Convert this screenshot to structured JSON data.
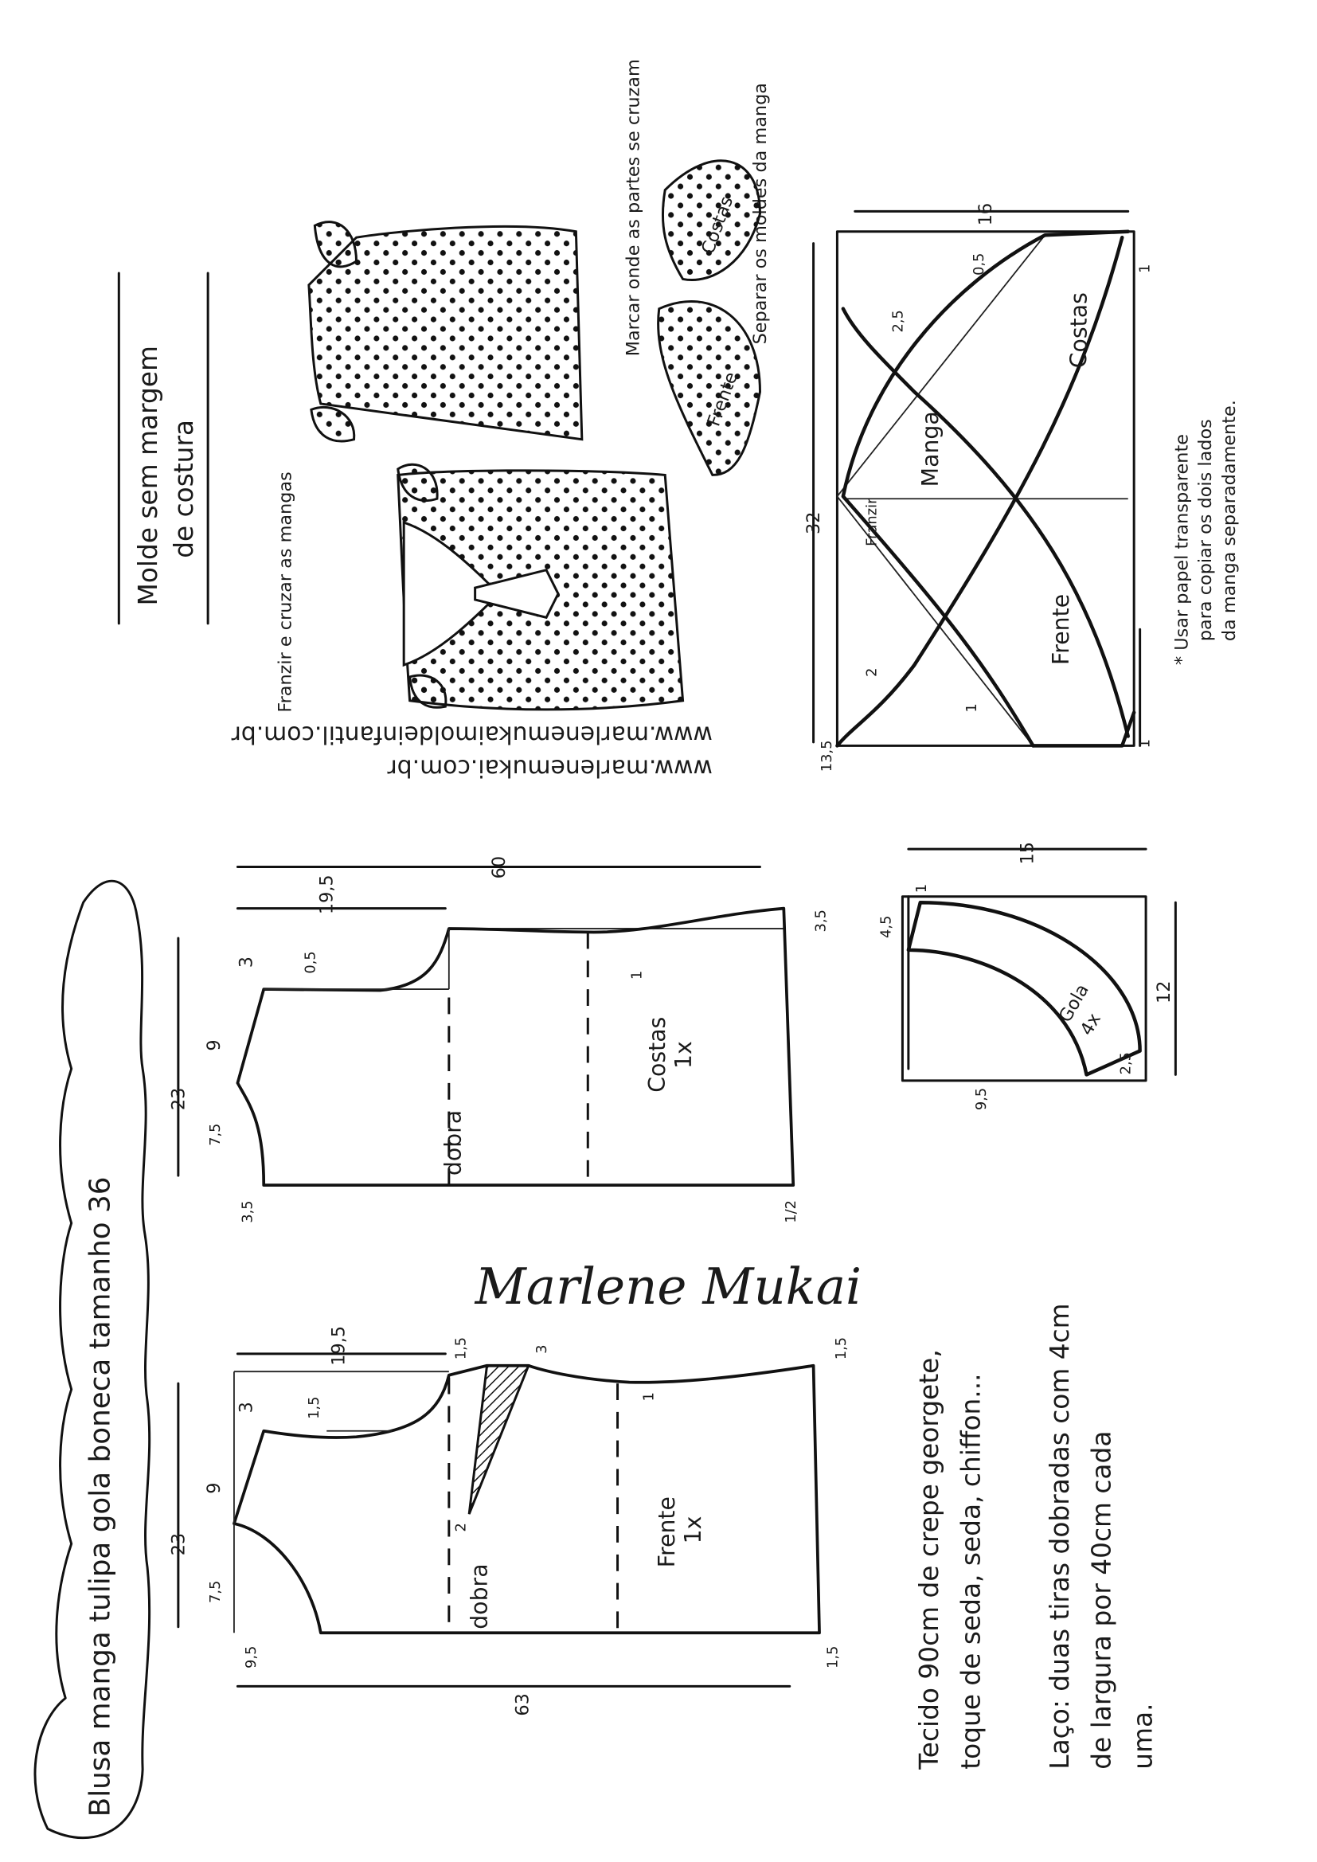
{
  "title": "Blusa manga tulipa gola boneca tamanho 36",
  "molde_note": {
    "line1": "Molde sem margem",
    "line2": "de costura"
  },
  "urls": [
    "www.marlenemukai.com.br",
    "www.marlenemukaimoldeinfantil.com.br"
  ],
  "illustration": {
    "gather_note": "Franzir e cruzar as mangas",
    "mark_note": "Marcar onde as partes se cruzam",
    "separate_note": "Separar os moldes da manga",
    "sleeve_front": "Frente",
    "sleeve_back": "Costas"
  },
  "costas": {
    "width": "60",
    "armhole_width": "19,5",
    "shoulder_drop": "3",
    "armhole_depth": "0,5",
    "shoulder": "9",
    "half_width": "23",
    "neck": "7,5",
    "neck_depth": "3,5",
    "side": "1",
    "hem_rise": "3,5",
    "hem_side": "1/2",
    "label": "Costas",
    "qty": "1x",
    "fold": "dobra"
  },
  "frente": {
    "width": "63",
    "armhole_width": "19,5",
    "shoulder_drop": "3",
    "armhole_depth": "1,5",
    "shoulder": "9",
    "half_width": "23",
    "neck": "7,5",
    "neck_depth": "9,5",
    "dart_top": "1,5",
    "dart_mid": "3",
    "dart_low": "2",
    "side": "1",
    "hem_rise": "1,5",
    "hem_side": "1,5",
    "label": "Frente",
    "qty": "1x",
    "fold": "dobra"
  },
  "gola": {
    "width": "15",
    "h1": "4,5",
    "h2": "1",
    "depth": "12",
    "left": "9,5",
    "corner": "2,5",
    "label": "Gola",
    "qty": "4x"
  },
  "manga": {
    "width": "16",
    "length": "32",
    "cap": "13,5",
    "front": "Frente",
    "sleeve": "Manga",
    "back": "Costas",
    "gather": "Franzir",
    "m1": "2,5",
    "m2": "0,5",
    "m3": "2",
    "m4": "1",
    "m5": "1",
    "m6": "1",
    "note": [
      "* Usar papel transparente",
      "para copiar os dois lados",
      "da manga separadamente."
    ]
  },
  "signature": "Marlene Mukai",
  "fabric": {
    "line1": "Tecido 90cm de crepe georgete,",
    "line2": "toque de seda, seda, chiffon...",
    "bow1": "Laço: duas tiras dobradas com 4cm",
    "bow2": "de largura por 40cm cada",
    "bow3": "uma."
  }
}
